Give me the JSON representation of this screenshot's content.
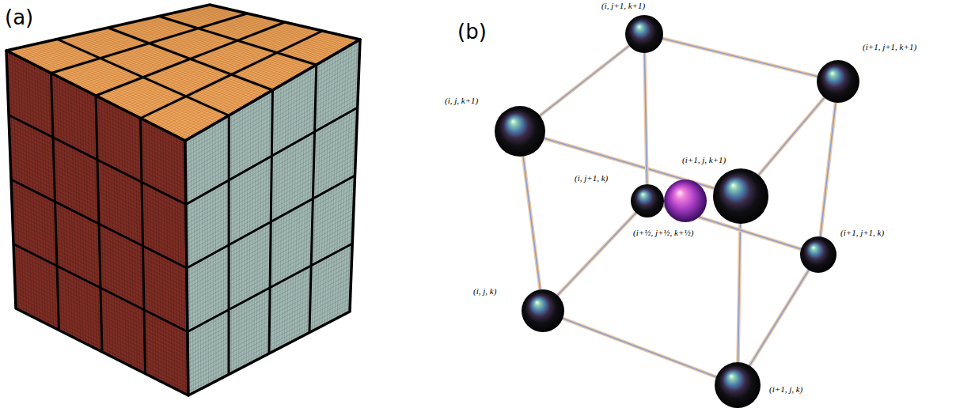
{
  "diagram": {
    "labels": [
      "(a)",
      "(b)",
      "(i, j+1, k+1)",
      "(i+1, j+1, k+1)",
      "(i, j, k+1)",
      "(i, j+1, k)",
      "(i+1, j, k+1)",
      "(i+½, j+½, k+½)",
      "(i+1, j+1, k)",
      "(i, j, k)",
      "(i+1, j, k)"
    ]
  }
}
